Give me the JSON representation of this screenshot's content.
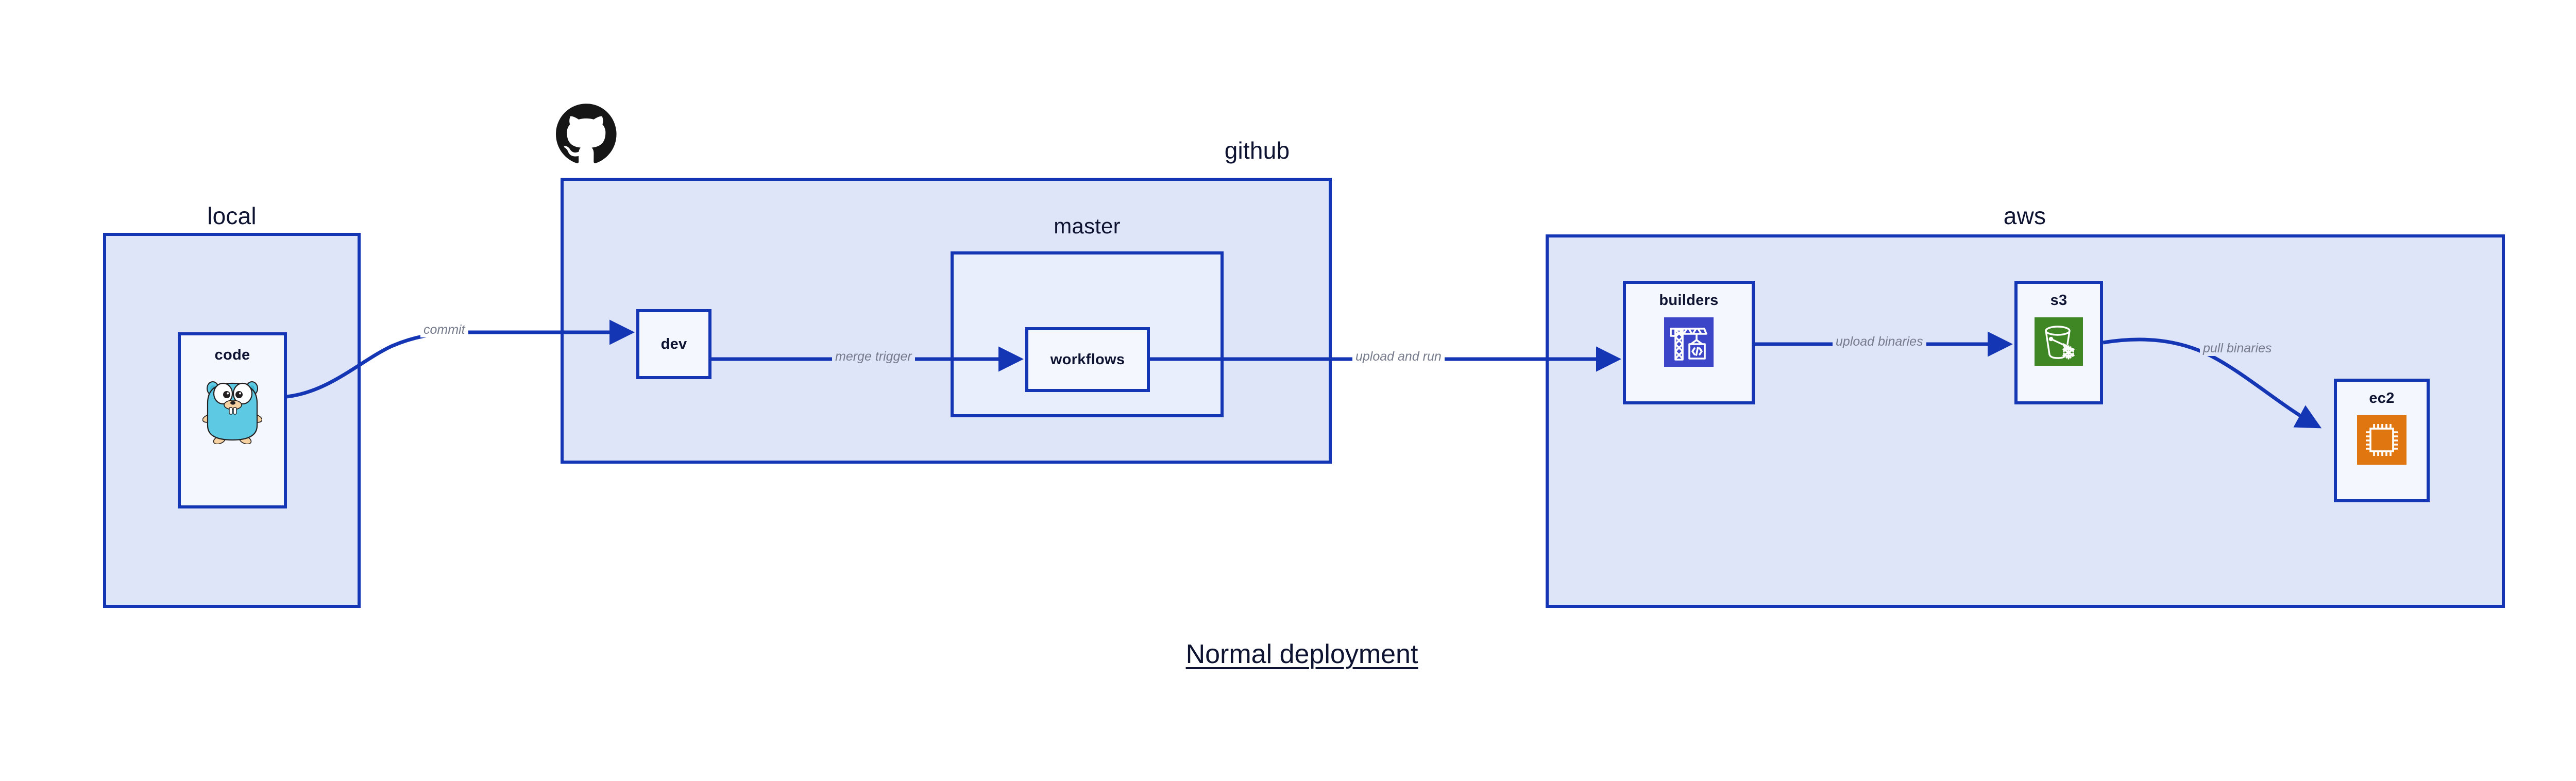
{
  "diagram": {
    "title": "Normal deployment",
    "background_color": "#ffffff",
    "accent_border_color": "#1436b5",
    "container_fill_color": "#dfe5f9",
    "node_fill_color": "#e9eefc",
    "label_text_color": "#0d1330",
    "edge_label_color": "#767b8c"
  },
  "containers": {
    "local": {
      "label": "local"
    },
    "github": {
      "label": "github",
      "logo_icon": "github-octocat-icon"
    },
    "master": {
      "label": "master"
    },
    "aws": {
      "label": "aws"
    }
  },
  "nodes": {
    "code": {
      "label": "code",
      "icon": "go-gopher-icon"
    },
    "dev": {
      "label": "dev",
      "icon": ""
    },
    "workflows": {
      "label": "workflows",
      "icon": ""
    },
    "builders": {
      "label": "builders",
      "icon": "aws-codebuild-icon",
      "icon_color": "#3c44c8"
    },
    "s3": {
      "label": "s3",
      "icon": "aws-s3-glacier-icon",
      "icon_color": "#3f8624"
    },
    "ec2": {
      "label": "ec2",
      "icon": "aws-ec2-icon",
      "icon_color": "#e0760f"
    }
  },
  "edges": [
    {
      "id": "code-to-dev",
      "label": "commit",
      "from": "code",
      "to": "dev"
    },
    {
      "id": "dev-to-workflows",
      "label": "merge trigger",
      "from": "dev",
      "to": "workflows"
    },
    {
      "id": "workflows-to-builders",
      "label": "upload and run",
      "from": "workflows",
      "to": "builders"
    },
    {
      "id": "builders-to-s3",
      "label": "upload binaries",
      "from": "builders",
      "to": "s3"
    },
    {
      "id": "s3-to-ec2",
      "label": "pull binaries",
      "from": "s3",
      "to": "ec2"
    }
  ]
}
